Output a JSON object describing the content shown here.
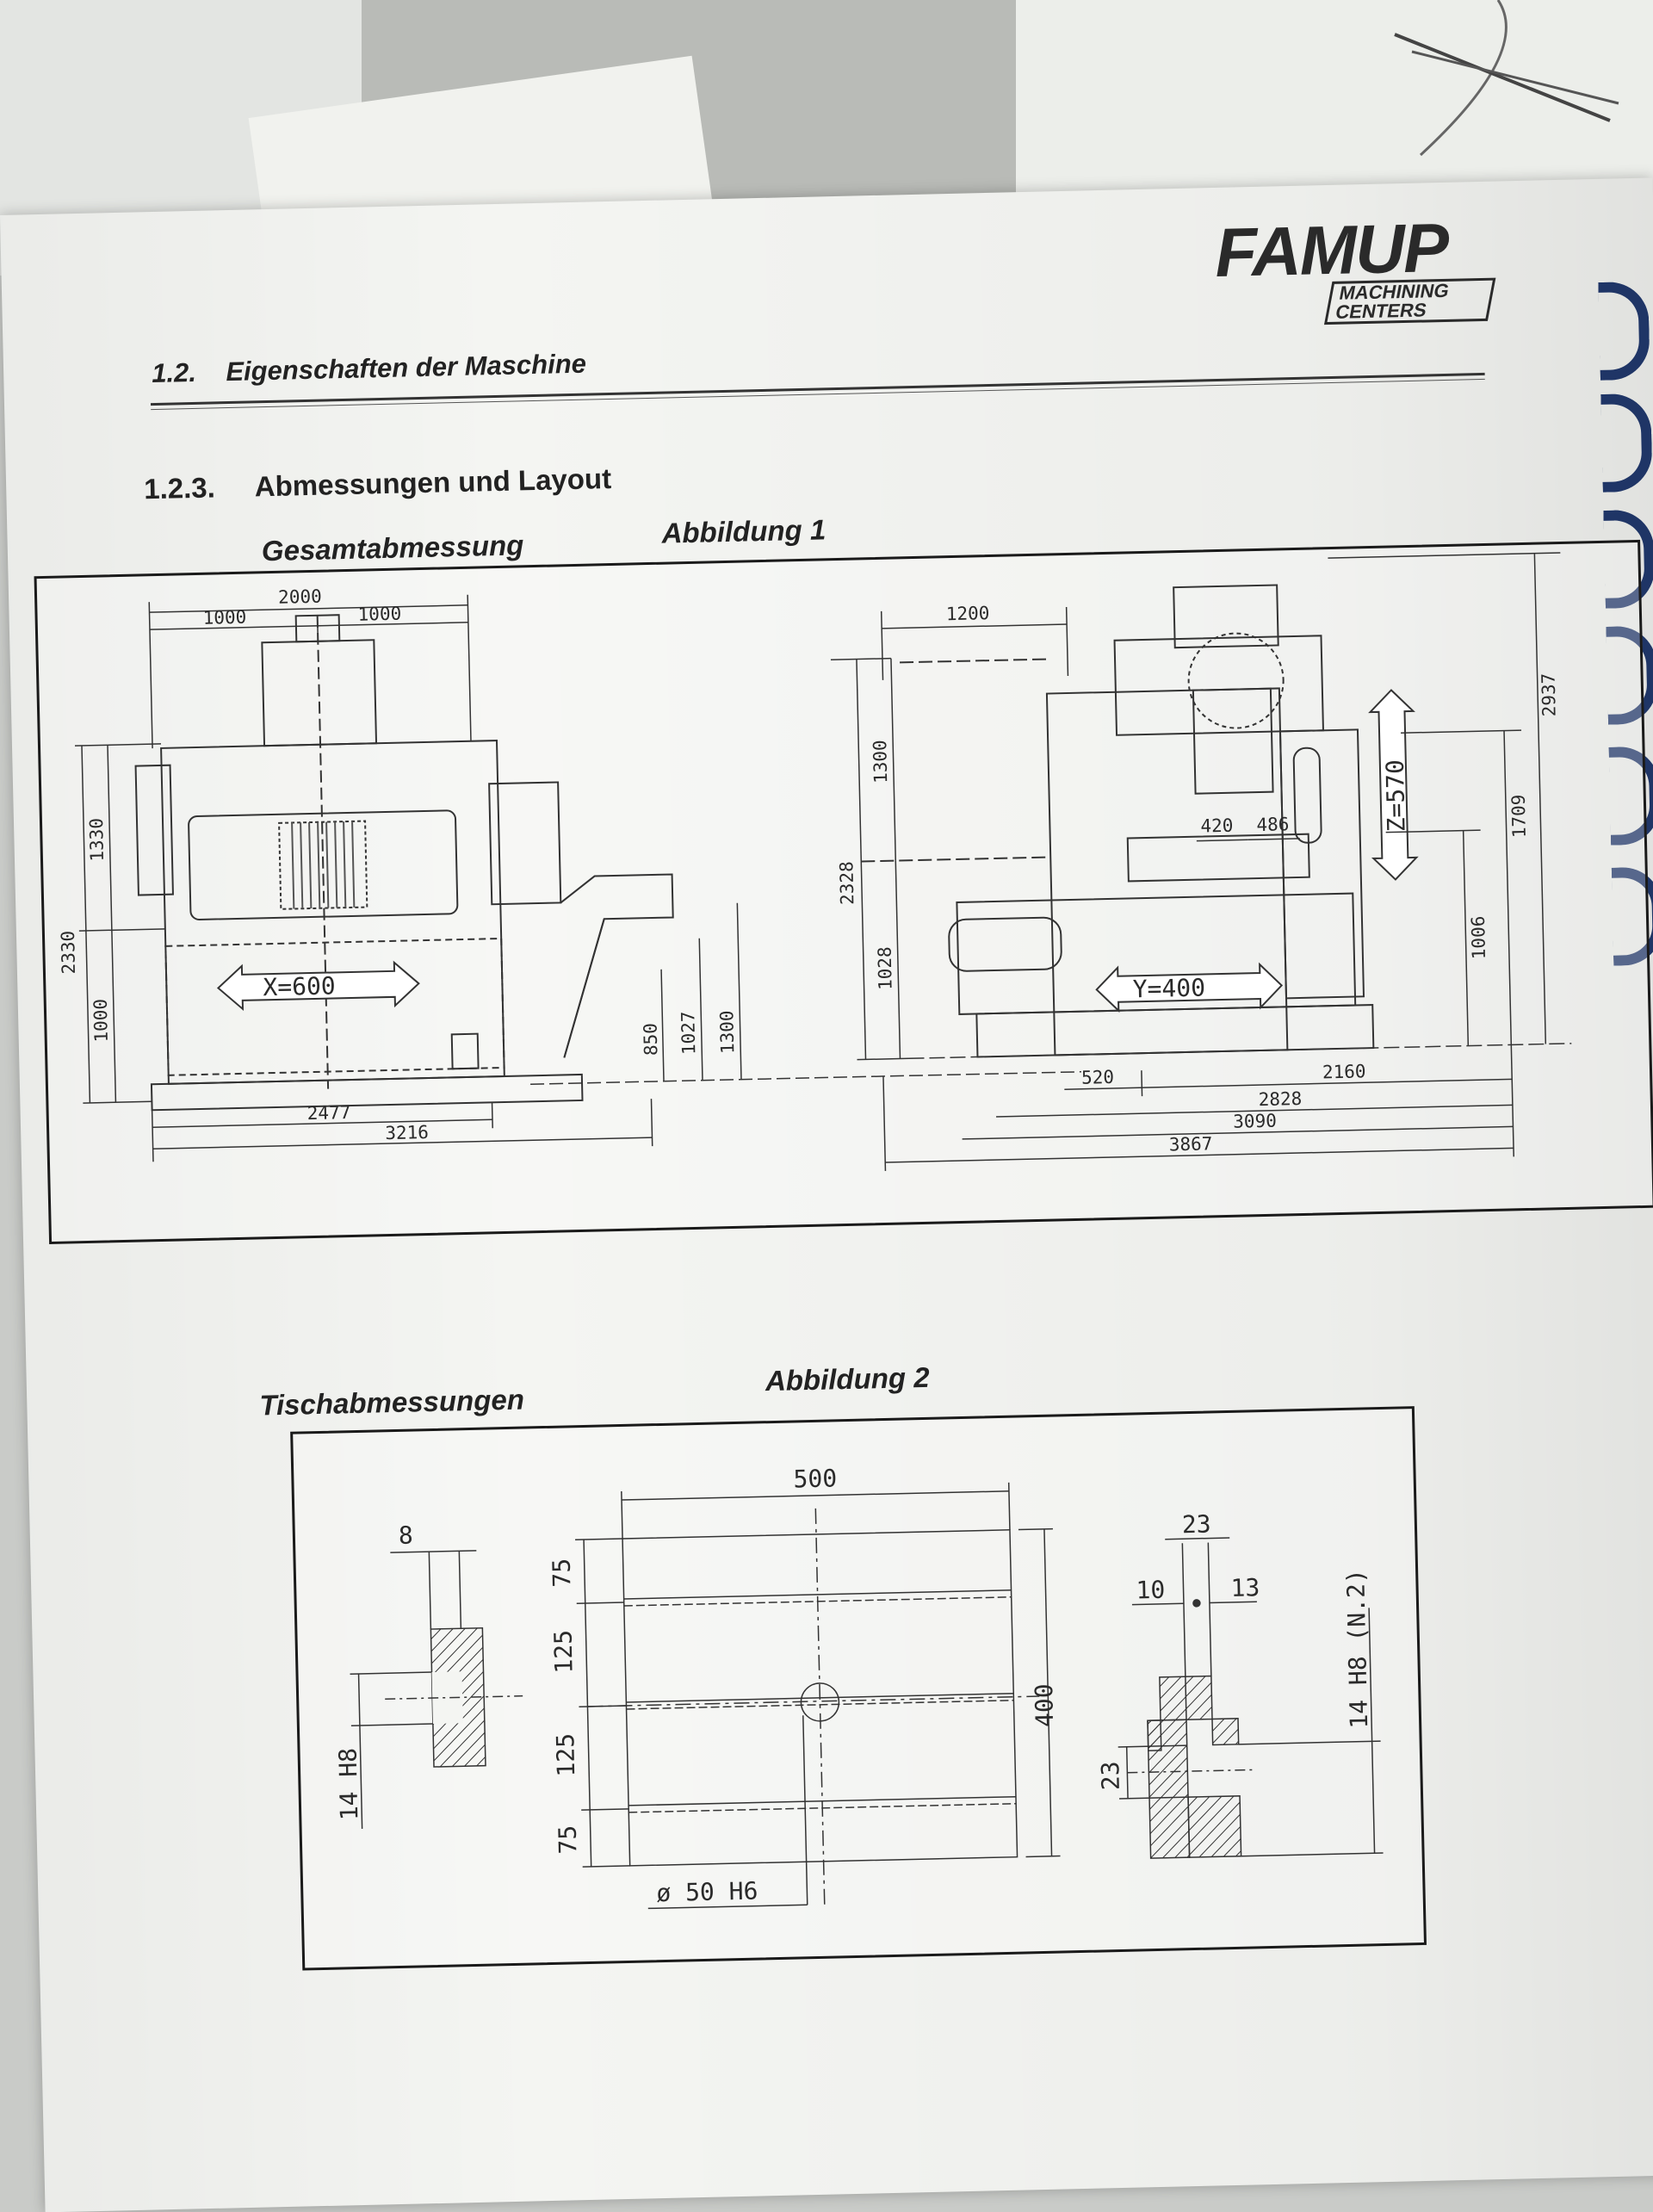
{
  "logo": {
    "name": "FAMUP",
    "tagline": "MACHINING CENTERS"
  },
  "header": {
    "section_number": "1.2.",
    "section_title": "Eigenschaften der Maschine"
  },
  "subsection": {
    "number": "1.2.3.",
    "title": "Abmessungen und Layout"
  },
  "figure1": {
    "caption": "Gesamtabmessung",
    "label": "Abbildung 1",
    "front_view": {
      "width_total": "2000",
      "width_half_left": "1000",
      "width_half_right": "1000",
      "height_total": "2330",
      "height_upper": "1330",
      "height_lower": "1000",
      "x_travel": "X=600",
      "height_850": "850",
      "height_1027": "1027",
      "height_1300": "1300",
      "base_2477": "2477",
      "base_3216": "3216"
    },
    "side_view": {
      "top_1200": "1200",
      "height_2328": "2328",
      "height_1300": "1300",
      "height_1028": "1028",
      "z_travel": "Z=570",
      "offset_420": "420",
      "offset_486": "486",
      "y_travel": "Y=400",
      "height_2937": "2937",
      "height_1709": "1709",
      "height_1006": "1006",
      "base_520": "520",
      "base_2160": "2160",
      "base_2828": "2828",
      "base_3090": "3090",
      "base_3867": "3867"
    }
  },
  "figure2": {
    "caption": "Tischabmessungen",
    "label": "Abbildung 2",
    "slot_left": {
      "width": "8",
      "fit": "14 H8"
    },
    "table": {
      "width": "500",
      "depth": "400",
      "row_75_top": "75",
      "row_125_a": "125",
      "row_125_b": "125",
      "row_75_bottom": "75",
      "center_bore": "ø 50 H6"
    },
    "slot_right": {
      "top": "23",
      "left": "10",
      "right": "13",
      "height": "23",
      "fit": "14 H8 (N.2)"
    }
  }
}
